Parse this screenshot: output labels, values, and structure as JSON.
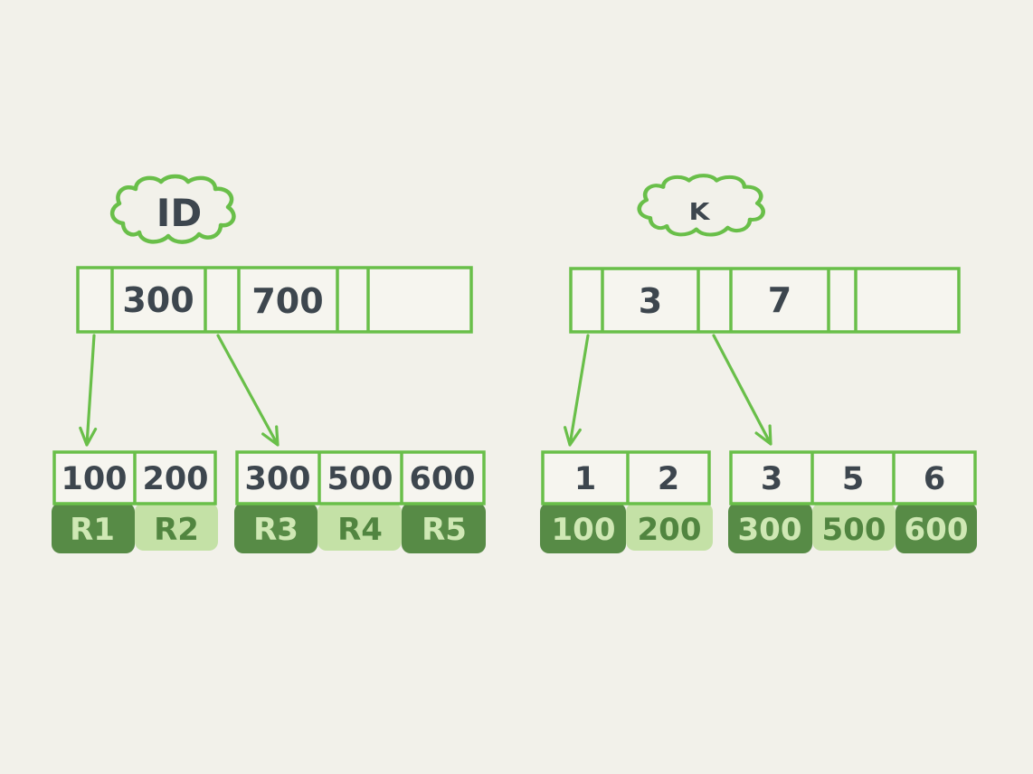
{
  "diagram": {
    "title_note": "hand-drawn index diagram: ID index with record pointers vs key index with values",
    "colors": {
      "background": "#f2f1ea",
      "cell_fill": "#f6f5ef",
      "line_green": "#69bf49",
      "ink": "#3d464e",
      "dark_green": "#578b46",
      "light_green": "#c4e1a6",
      "text_on_dark": "#cfe8b4",
      "text_on_light": "#518540",
      "none": "none"
    },
    "left": {
      "cloud_label": "ID",
      "internal_keys": [
        "300",
        "700"
      ],
      "leaf1_keys": [
        "100",
        "200"
      ],
      "leaf1_records": [
        "R1",
        "R2"
      ],
      "leaf2_keys": [
        "300",
        "500",
        "600"
      ],
      "leaf2_records": [
        "R3",
        "R4",
        "R5"
      ]
    },
    "right": {
      "cloud_label": "K",
      "internal_keys": [
        "3",
        "7"
      ],
      "leaf1_keys": [
        "1",
        "2"
      ],
      "leaf1_records": [
        "100",
        "200"
      ],
      "leaf2_keys": [
        "3",
        "5",
        "6"
      ],
      "leaf2_records": [
        "300",
        "500",
        "600"
      ]
    }
  }
}
